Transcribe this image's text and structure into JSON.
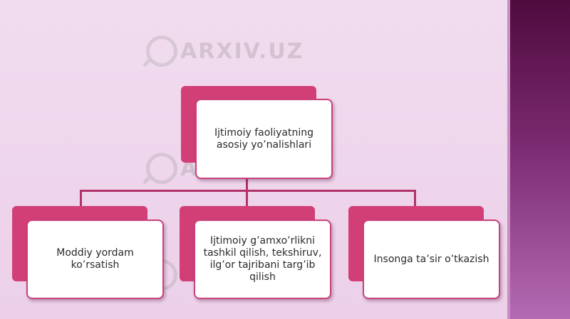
{
  "watermark": {
    "text": "ARXIV.UZ"
  },
  "diagram": {
    "root": {
      "label": "Ijtimoiy faoliyatning asosiy yo’nalishlari"
    },
    "children": [
      {
        "label": "Moddiy yordam ko’rsatish"
      },
      {
        "label": "Ijtimoiy g’amxo’rlikni tashkil qilish, tekshiruv, ilg’or tajribani targ’ib qilish"
      },
      {
        "label": "Insonga ta’sir o’tkazish"
      }
    ]
  },
  "colors": {
    "background": "#efd6ec",
    "accent": "#d23f77",
    "connector": "#b13368",
    "side_panel": "#7a2a70"
  }
}
